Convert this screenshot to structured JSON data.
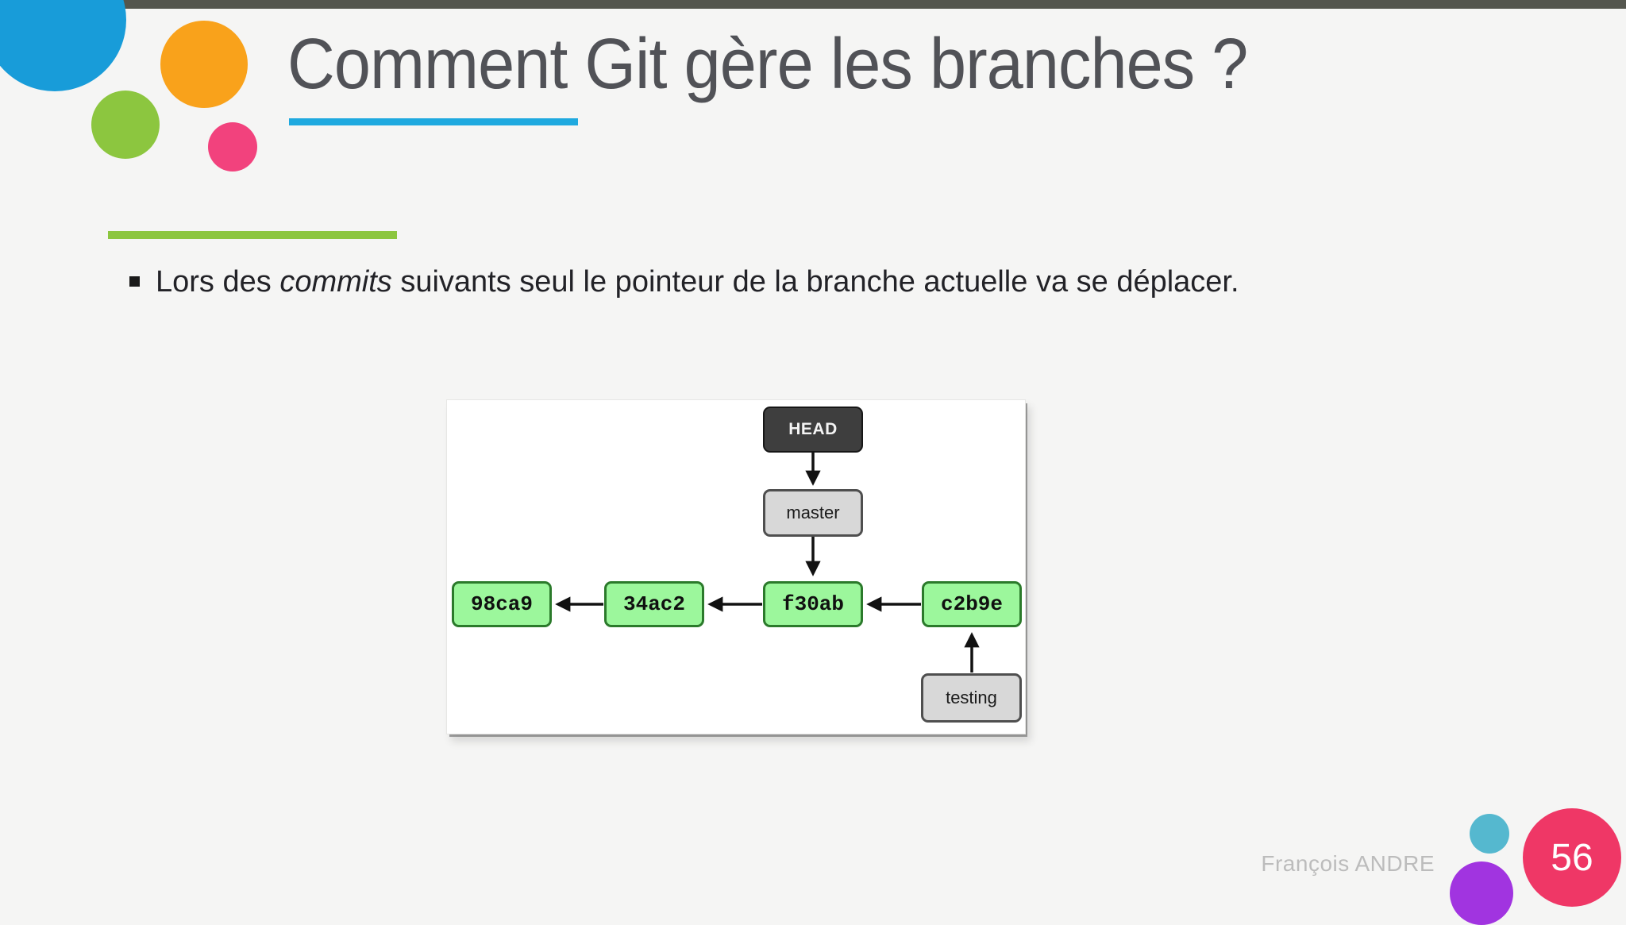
{
  "slide": {
    "title": "Comment Git gère les branches ?",
    "bullet": {
      "text_before": "Lors des ",
      "text_italic": "commits",
      "text_after": " suivants seul le pointeur de la branche actuelle va se déplacer."
    },
    "footer": {
      "author": "François ANDRE",
      "page_number": "56"
    }
  },
  "diagram": {
    "type": "git-branch-pointer-diagram",
    "nodes": {
      "head": "HEAD",
      "master": "master",
      "testing": "testing",
      "commit1": "98ca9",
      "commit2": "34ac2",
      "commit3": "f30ab",
      "commit4": "c2b9e"
    },
    "edges": [
      {
        "from": "HEAD",
        "to": "master"
      },
      {
        "from": "master",
        "to": "f30ab"
      },
      {
        "from": "c2b9e",
        "to": "f30ab"
      },
      {
        "from": "f30ab",
        "to": "34ac2"
      },
      {
        "from": "34ac2",
        "to": "98ca9"
      },
      {
        "from": "testing",
        "to": "c2b9e"
      }
    ]
  },
  "colors": {
    "bg": "#f5f5f4",
    "top-bar": "#54564e",
    "title-color": "#515257",
    "text-color": "#222227",
    "footer-color": "#bcbcbc",
    "accent-blue": "#1fa9df",
    "accent-green": "#8cc63f",
    "circle-blue": "#189cd9",
    "circle-orange": "#f9a21b",
    "circle-green": "#8cc63f",
    "circle-pink": "#f2427d",
    "circle-teal": "#55b8cf",
    "circle-purple": "#a134e0",
    "page-pink": "#ef3766",
    "commit-fill": "#9cf79c",
    "commit-border": "#2b7a2b",
    "head-fill": "#3e3e3e",
    "branch-fill": "#d8d8d8",
    "branch-border": "#4f4f4f"
  }
}
